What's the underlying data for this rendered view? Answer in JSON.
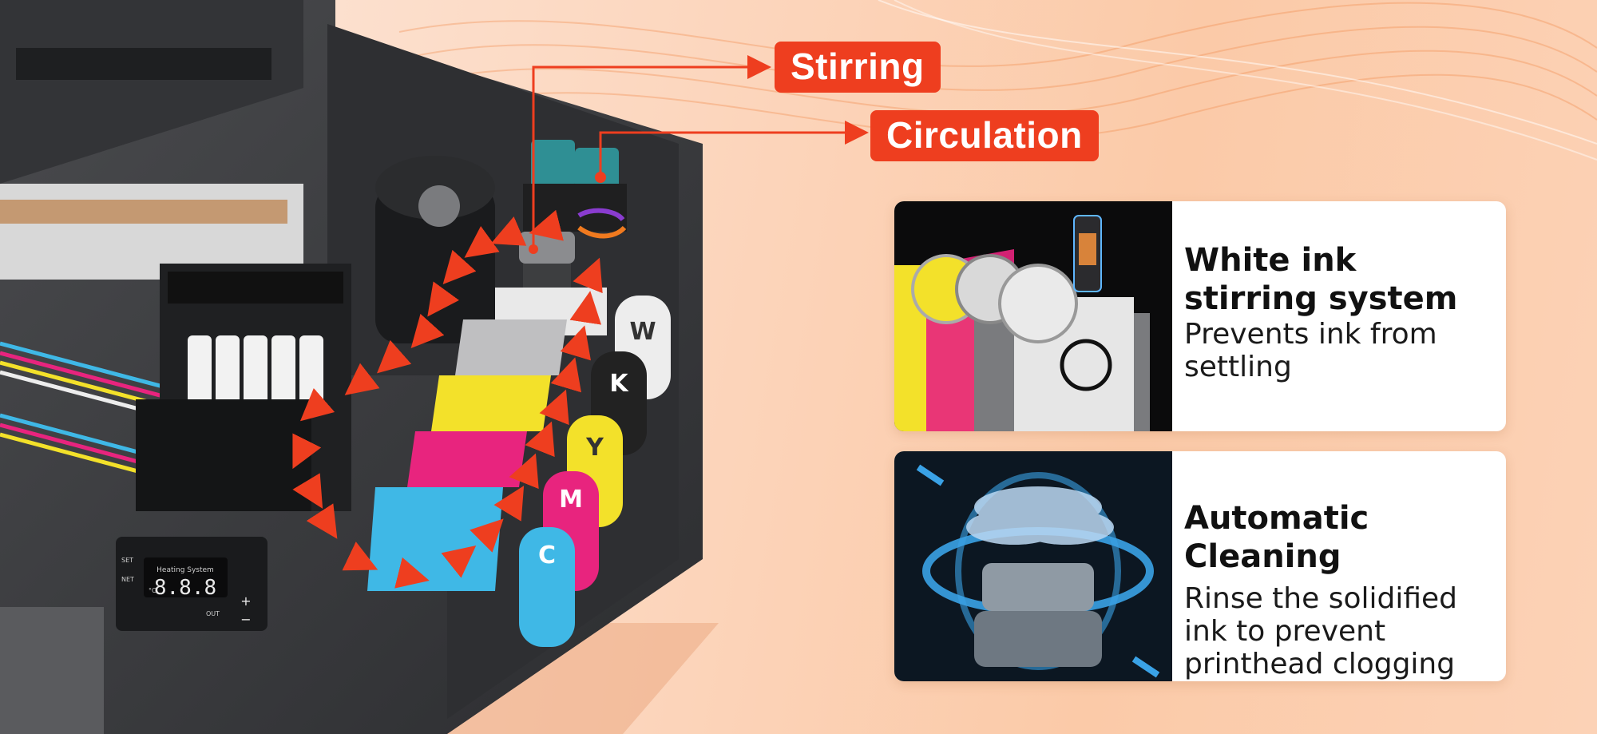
{
  "callouts": {
    "stirring": "Stirring",
    "circulation": "Circulation"
  },
  "features": [
    {
      "title": "White ink stirring system",
      "description": "Prevents ink from settling",
      "icon": "stirring-motor-icon"
    },
    {
      "title": "Automatic Cleaning",
      "description": "Rinse the solidified ink to prevent printhead clogging",
      "icon": "cleaning-fan-icon"
    }
  ],
  "printer": {
    "ink_tank_labels": [
      "C",
      "M",
      "Y",
      "K",
      "W"
    ],
    "display_label": "Heating System",
    "display_readout": "8.8.8",
    "button_set": "SET",
    "button_net": "NET",
    "unit": "°C",
    "out_label": "OUT",
    "plus_label": "+",
    "minus_label": "−"
  },
  "colors": {
    "accent": "#ee3e1f",
    "cyan": "#3fb8e6",
    "magenta": "#e8247e",
    "yellow": "#f3e12a",
    "black": "#2a2a2a",
    "white_ink": "#e9e9e9",
    "body": "#3a3b3d"
  }
}
